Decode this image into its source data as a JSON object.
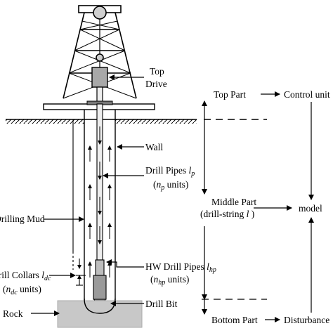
{
  "labels": {
    "top_drive_1": "Top",
    "top_drive_2": "Drive",
    "wall": "Wall",
    "drill_pipes_1": "Drill Pipes",
    "drill_pipes_var": "l",
    "drill_pipes_sub": "p",
    "drill_pipes_2_open": "(",
    "drill_pipes_2_var": "n",
    "drill_pipes_2_sub": "p",
    "drill_pipes_2_rest": " units)",
    "drilling_mud": "Drilling Mud",
    "hw_pipes_1": "HW Drill Pipes",
    "hw_pipes_var": "l",
    "hw_pipes_sub": "hp",
    "hw_pipes_2_open": "(",
    "hw_pipes_2_var": "n",
    "hw_pipes_2_sub": "hp",
    "hw_pipes_2_rest": " units)",
    "drill_collars_1": "Drill Collars",
    "drill_collars_var": "l",
    "drill_collars_sub": "dc",
    "drill_collars_2_open": "(",
    "drill_collars_2_var": "n",
    "drill_collars_2_sub": "dc",
    "drill_collars_2_rest": " units)",
    "drill_bit": "Drill Bit",
    "rock": "Rock",
    "top_part": "Top Part",
    "control_unit": "Control unit",
    "middle_part_1": "Middle Part",
    "middle_part_2": "(drill-string",
    "middle_part_var": "l",
    "middle_part_close": ")",
    "model": "model",
    "bottom_part": "Bottom Part",
    "disturbance": "Disturbance"
  },
  "colors": {
    "line": "#000000",
    "drive_fill": "#a8a8a8",
    "rock_fill": "#c8c8c8",
    "pipe_fill": "#eeeeee"
  }
}
